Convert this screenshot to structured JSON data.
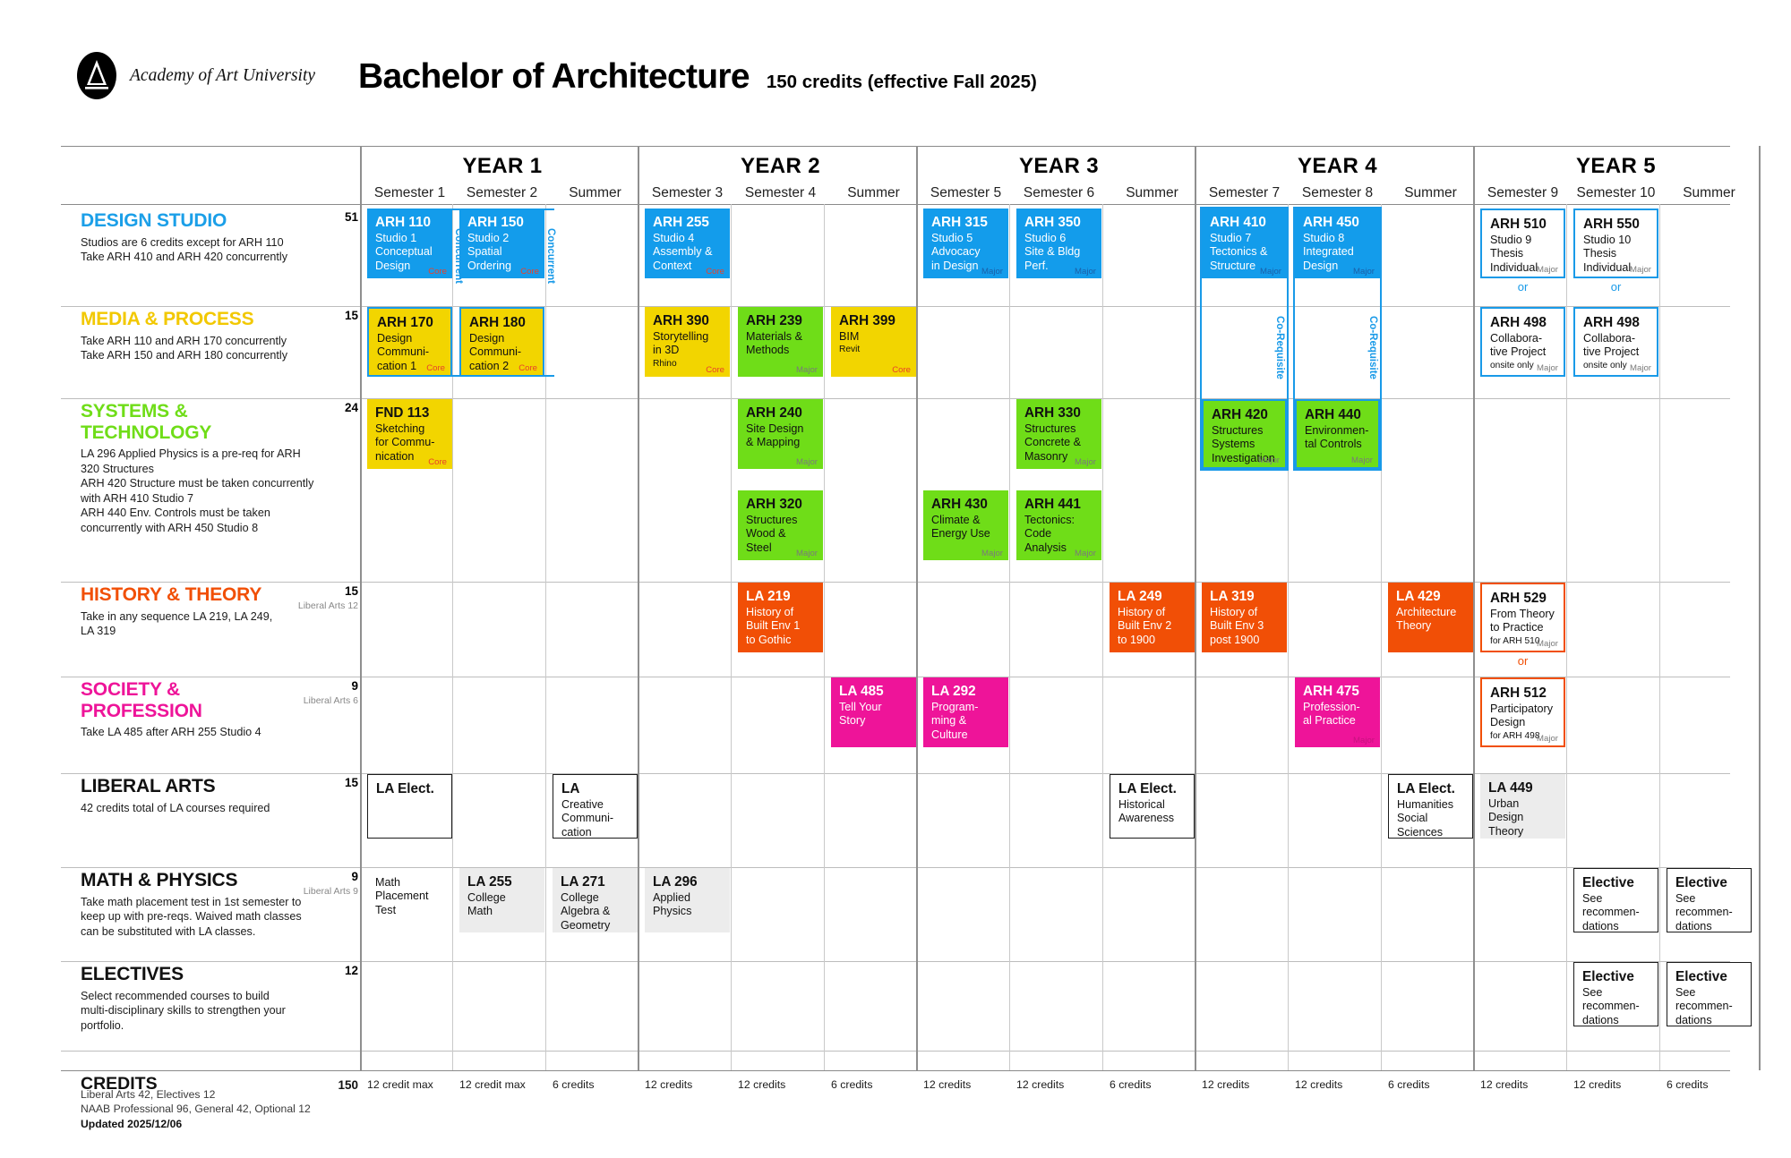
{
  "header": {
    "university": "Academy of Art University",
    "title": "Bachelor of Architecture",
    "subtitle": "150 credits (effective Fall 2025)"
  },
  "years": [
    {
      "label": "YEAR 1",
      "semesters": [
        "Semester 1",
        "Semester 2",
        "Summer"
      ]
    },
    {
      "label": "YEAR 2",
      "semesters": [
        "Semester 3",
        "Semester 4",
        "Summer"
      ]
    },
    {
      "label": "YEAR 3",
      "semesters": [
        "Semester 5",
        "Semester 6",
        "Summer"
      ]
    },
    {
      "label": "YEAR 4",
      "semesters": [
        "Semester 7",
        "Semester 8",
        "Summer"
      ]
    },
    {
      "label": "YEAR 5",
      "semesters": [
        "Semester 9",
        "Semester 10",
        "Summer"
      ]
    }
  ],
  "categories": [
    {
      "title": "DESIGN STUDIO",
      "color": "#1b9fe8",
      "credits": "51",
      "sub": "",
      "desc": "Studios are 6 credits except for ARH 110\nTake ARH 410 and ARH 420 concurrently"
    },
    {
      "title": "MEDIA & PROCESS",
      "color": "#f2c800",
      "credits": "15",
      "sub": "",
      "desc": "Take ARH 110 and ARH 170 concurrently\nTake ARH 150 and ARH 180 concurrently"
    },
    {
      "title": "SYSTEMS &\nTECHNOLOGY",
      "color": "#6fdd18",
      "credits": "24",
      "sub": "",
      "desc": "LA 296 Applied Physics is a pre-req for ARH\n320 Structures\nARH 420 Structure must be taken concurrently\nwith ARH 410 Studio 7\nARH 440 Env. Controls must be taken\nconcurrently with ARH 450 Studio 8"
    },
    {
      "title": "HISTORY & THEORY",
      "color": "#f14f06",
      "credits": "15",
      "sub": "Liberal Arts 12",
      "desc": "Take in any sequence LA 219, LA 249,\nLA 319"
    },
    {
      "title": "SOCIETY &\nPROFESSION",
      "color": "#ee1499",
      "credits": "9",
      "sub": "Liberal Arts 6",
      "desc": "Take LA 485 after ARH 255 Studio 4"
    },
    {
      "title": "LIBERAL ARTS",
      "color": "#111111",
      "credits": "15",
      "sub": "",
      "desc": "42 credits total of LA courses required"
    },
    {
      "title": "MATH & PHYSICS",
      "color": "#111111",
      "credits": "9",
      "sub": "Liberal Arts 9",
      "desc": "Take math placement test in 1st semester to\nkeep up with pre-reqs. Waived math classes\ncan be substituted with LA classes."
    },
    {
      "title": "ELECTIVES",
      "color": "#111111",
      "credits": "12",
      "sub": "",
      "desc": "Select recommended courses to build\nmulti-disciplinary skills to strengthen your\nportfolio."
    }
  ],
  "courses": {
    "arh110": {
      "code": "ARH 110",
      "name": "Studio 1\nConceptual\nDesign",
      "tag": "Core"
    },
    "arh150": {
      "code": "ARH 150",
      "name": "Studio 2\nSpatial\nOrdering",
      "tag": "Core"
    },
    "arh255": {
      "code": "ARH 255",
      "name": "Studio 4\nAssembly &\nContext",
      "tag": "Core"
    },
    "arh315": {
      "code": "ARH 315",
      "name": "Studio 5\nAdvocacy\nin Design",
      "tag": "Major"
    },
    "arh350": {
      "code": "ARH 350",
      "name": "Studio 6\nSite & Bldg\nPerf.",
      "tag": "Major"
    },
    "arh410": {
      "code": "ARH 410",
      "name": "Studio 7\nTectonics &\nStructure",
      "tag": "Major"
    },
    "arh450": {
      "code": "ARH 450",
      "name": "Studio 8\nIntegrated\nDesign",
      "tag": "Major"
    },
    "arh510": {
      "code": "ARH 510",
      "name": "Studio 9\nThesis\nIndividual",
      "tag": "Major"
    },
    "arh550": {
      "code": "ARH 550",
      "name": "Studio 10\nThesis\nIndividual",
      "tag": "Major"
    },
    "arh498a": {
      "code": "ARH 498",
      "name": "Collabora-\ntive Project",
      "note": "onsite only",
      "tag": "Major"
    },
    "arh498b": {
      "code": "ARH 498",
      "name": "Collabora-\ntive Project",
      "note": "onsite only",
      "tag": "Major"
    },
    "arh170": {
      "code": "ARH 170",
      "name": "Design\nCommuni-\ncation 1",
      "tag": "Core"
    },
    "arh180": {
      "code": "ARH 180",
      "name": "Design\nCommuni-\ncation 2",
      "tag": "Core"
    },
    "arh390": {
      "code": "ARH 390",
      "name": "Storytelling\nin 3D",
      "note": "Rhino",
      "tag": "Core"
    },
    "arh239": {
      "code": "ARH 239",
      "name": "Materials &\nMethods",
      "tag": "Major"
    },
    "arh399": {
      "code": "ARH 399",
      "name": "BIM",
      "note": "Revit",
      "tag": "Core"
    },
    "fnd113": {
      "code": "FND 113",
      "name": "Sketching\nfor Commu-\nnication",
      "tag": "Core"
    },
    "arh240": {
      "code": "ARH 240",
      "name": "Site Design\n& Mapping",
      "tag": "Major"
    },
    "arh320": {
      "code": "ARH 320",
      "name": "Structures\nWood &\nSteel",
      "tag": "Major"
    },
    "arh330": {
      "code": "ARH 330",
      "name": "Structures\nConcrete &\nMasonry",
      "tag": "Major"
    },
    "arh420": {
      "code": "ARH 420",
      "name": "Structures\nSystems\nInvestigation",
      "tag": "Major"
    },
    "arh440": {
      "code": "ARH 440",
      "name": "Environmen-\ntal Controls",
      "tag": "Major"
    },
    "arh430": {
      "code": "ARH 430",
      "name": "Climate &\nEnergy Use",
      "tag": "Major"
    },
    "arh441": {
      "code": "ARH 441",
      "name": "Tectonics:\nCode\nAnalysis",
      "tag": "Major"
    },
    "la219": {
      "code": "LA 219",
      "name": "History of\nBuilt Env 1\nto Gothic",
      "tag": ""
    },
    "la249": {
      "code": "LA 249",
      "name": "History of\nBuilt Env 2\nto 1900",
      "tag": ""
    },
    "la319": {
      "code": "LA 319",
      "name": "History of\nBuilt Env 3\npost 1900",
      "tag": ""
    },
    "la429": {
      "code": "LA 429",
      "name": "Architecture\nTheory",
      "tag": ""
    },
    "arh529": {
      "code": "ARH 529",
      "name": "From Theory\nto Practice",
      "note": "for ARH 510",
      "tag": "Major"
    },
    "arh512": {
      "code": "ARH 512",
      "name": "Participatory\nDesign",
      "note": "for ARH 498",
      "tag": "Major"
    },
    "la485": {
      "code": "LA 485",
      "name": "Tell Your\nStory",
      "tag": ""
    },
    "la292": {
      "code": "LA 292",
      "name": "Program-\nming &\nCulture",
      "tag": ""
    },
    "arh475": {
      "code": "ARH 475",
      "name": "Profession-\nal Practice",
      "tag": "Major"
    },
    "laelect1": {
      "code": "LA Elect.",
      "name": "",
      "tag": ""
    },
    "lacreative": {
      "code": "LA",
      "name": "Creative\nCommuni-\ncation",
      "tag": ""
    },
    "laelect2": {
      "code": "LA Elect.",
      "name": "Historical\nAwareness",
      "tag": ""
    },
    "laelect3": {
      "code": "LA Elect.",
      "name": "Humanities\nSocial\nSciences",
      "tag": ""
    },
    "la449": {
      "code": "LA 449",
      "name": "Urban\nDesign\nTheory",
      "tag": ""
    },
    "mathplace": {
      "code": "",
      "name": "Math\nPlacement\nTest",
      "tag": ""
    },
    "la255": {
      "code": "LA 255",
      "name": "College\nMath",
      "tag": ""
    },
    "la271": {
      "code": "LA 271",
      "name": "College\nAlgebra &\nGeometry",
      "tag": ""
    },
    "la296": {
      "code": "LA 296",
      "name": "Applied\nPhysics",
      "tag": ""
    },
    "elective1": {
      "code": "Elective",
      "name": "See\nrecommen-\ndations",
      "tag": ""
    },
    "elective2": {
      "code": "Elective",
      "name": "See\nrecommen-\ndations",
      "tag": ""
    },
    "elective3": {
      "code": "Elective",
      "name": "See\nrecommen-\ndations",
      "tag": ""
    },
    "elective4": {
      "code": "Elective",
      "name": "See\nrecommen-\ndations",
      "tag": ""
    }
  },
  "connectors": {
    "concurrent": "Concurrent",
    "corequisite": "Co-Requisite",
    "or": "or"
  },
  "credits_row": {
    "label": "CREDITS",
    "total": "150",
    "cells": [
      "12 credit max",
      "12 credit max",
      "6 credits",
      "12 credits",
      "12 credits",
      "6 credits",
      "12 credits",
      "12 credits",
      "6 credits",
      "12 credits",
      "12 credits",
      "6 credits",
      "12 credits",
      "12 credits",
      "6 credits"
    ]
  },
  "footer": {
    "line1": "Liberal Arts 42, Electives 12",
    "line2": "NAAB Professional 96, General 42, Optional 12",
    "line3": "Updated 2025/12/06"
  }
}
